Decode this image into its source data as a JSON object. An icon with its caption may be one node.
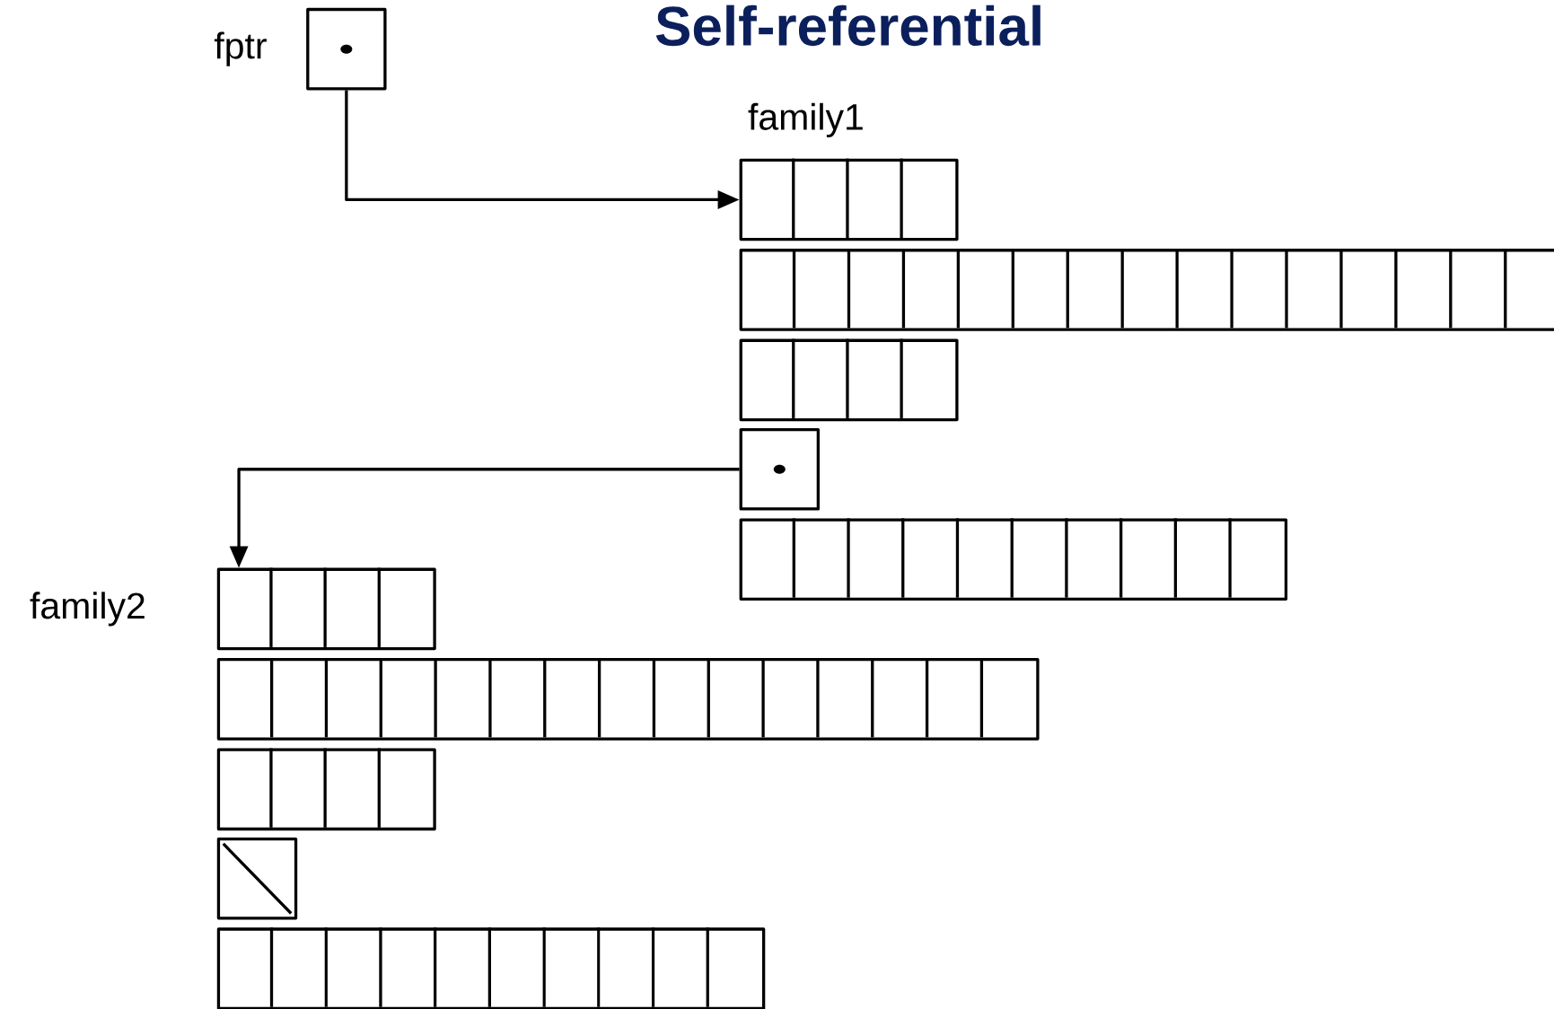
{
  "diagram": {
    "title": "Self-referential",
    "nodes": [
      {
        "text": [],
        "shape": "box",
        "beside": [
          "fptr"
        ]
      },
      {
        "text": [],
        "shape": "box",
        "beside": [
          "family1"
        ]
      },
      {
        "text": [],
        "shape": "box"
      },
      {
        "text": [],
        "shape": "box"
      },
      {
        "text": [],
        "shape": "box"
      },
      {
        "text": [],
        "shape": "box"
      },
      {
        "text": [],
        "shape": "box",
        "beside": [
          "family2"
        ]
      },
      {
        "text": [],
        "shape": "box"
      },
      {
        "text": [],
        "shape": "box"
      },
      {
        "text": [],
        "shape": "box"
      },
      {
        "text": [],
        "shape": "box"
      }
    ],
    "edges": [
      {
        "from": 0,
        "to": 1,
        "arrow": "to"
      },
      {
        "from": 4,
        "to": 6,
        "arrow": "to"
      }
    ]
  }
}
